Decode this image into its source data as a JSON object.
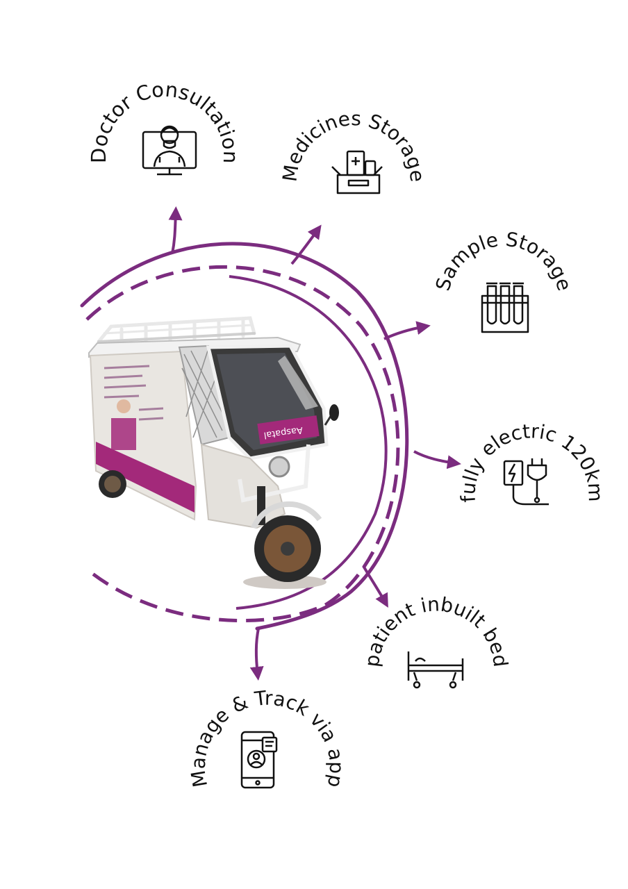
{
  "colors": {
    "accent": "#7b2c7f",
    "ink": "#111111",
    "vehicle_body": "#e9e6e1",
    "vehicle_brand": "#a3297a"
  },
  "vehicle": {
    "name": "electric-rickshaw-mobile-clinic",
    "windshield_sign": "Aaspatal"
  },
  "features": [
    {
      "id": "doctor-consultation",
      "label": "Doctor Consultation",
      "icon": "doctor-monitor-icon"
    },
    {
      "id": "medicines-storage",
      "label": "Medicines Storage",
      "icon": "medicine-box-icon"
    },
    {
      "id": "sample-storage",
      "label": "Sample Storage",
      "icon": "test-tubes-icon"
    },
    {
      "id": "fully-electric",
      "label": "fully electric 120km",
      "icon": "battery-plug-icon"
    },
    {
      "id": "patient-bed",
      "label": "patient inbuilt bed",
      "icon": "hospital-bed-icon"
    },
    {
      "id": "manage-track",
      "label": "Manage & Track via app",
      "icon": "smartphone-app-icon"
    }
  ]
}
